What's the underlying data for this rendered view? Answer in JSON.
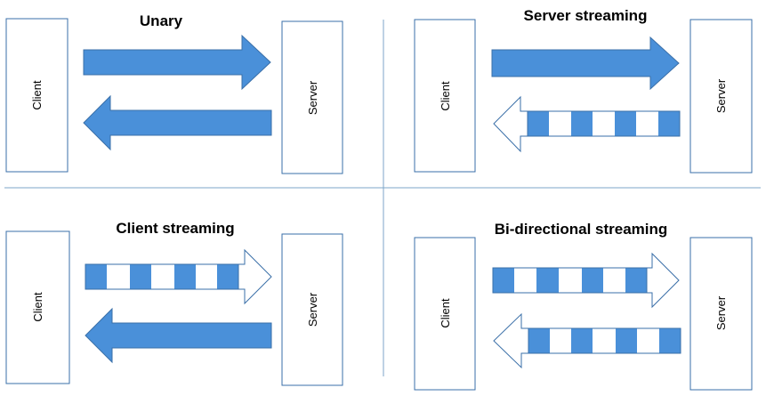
{
  "quadrants": [
    {
      "title": "Unary",
      "client_label": "Client",
      "server_label": "Server",
      "arrows": [
        {
          "direction": "right",
          "style": "solid"
        },
        {
          "direction": "left",
          "style": "solid"
        }
      ]
    },
    {
      "title": "Server streaming",
      "client_label": "Client",
      "server_label": "Server",
      "arrows": [
        {
          "direction": "right",
          "style": "solid"
        },
        {
          "direction": "left",
          "style": "striped"
        }
      ]
    },
    {
      "title": "Client streaming",
      "client_label": "Client",
      "server_label": "Server",
      "arrows": [
        {
          "direction": "right",
          "style": "striped"
        },
        {
          "direction": "left",
          "style": "solid"
        }
      ]
    },
    {
      "title": "Bi-directional streaming",
      "client_label": "Client",
      "server_label": "Server",
      "arrows": [
        {
          "direction": "right",
          "style": "striped"
        },
        {
          "direction": "left",
          "style": "striped"
        }
      ]
    }
  ],
  "colors": {
    "arrow_fill": "#4a90d9",
    "arrow_stroke": "#3a6fa8",
    "box_stroke": "#3a6fa8",
    "divider": "#7ea6c8"
  }
}
